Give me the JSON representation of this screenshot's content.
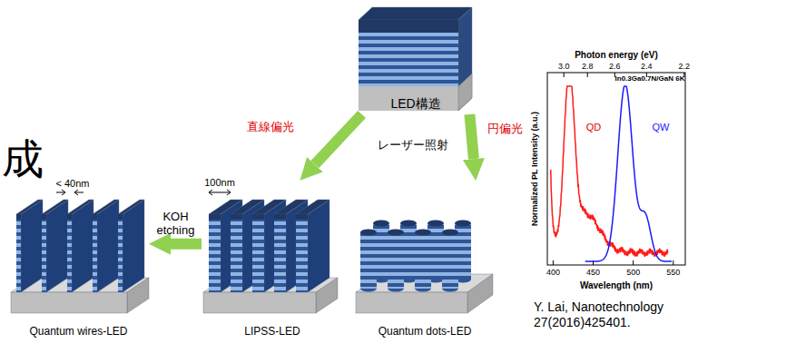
{
  "diagram": {
    "nodes": [
      {
        "text": [
          "LED構造"
        ]
      },
      {
        "text": [
          "Quantum wires-LED"
        ]
      },
      {
        "text": [
          "LIPSS-LED"
        ]
      },
      {
        "text": [
          "Quantum dots-LED"
        ]
      }
    ],
    "edges": [
      {
        "from": 0,
        "to": 2,
        "arrow": "to",
        "label": "直線偏光"
      },
      {
        "from": 0,
        "to": 3,
        "arrow": "to",
        "label": "円偏光"
      },
      {
        "from": 2,
        "to": 1,
        "arrow": "to",
        "label": "KOH etching"
      }
    ],
    "labels": [
      "成",
      "レーザー照射",
      "< 40nm",
      "100nm",
      "Photon energy (eV)",
      "3.0",
      "2.8",
      "2.6",
      "2.4",
      "2.2",
      "In0.3Ga0.7N/GaN 6K",
      "QD",
      "QW",
      "Normalized PL Intensity (a.u.)",
      "400",
      "450",
      "500",
      "550",
      "Wavelength (nm)",
      "Y. Lai, Nanotechnology 27(2016)425401."
    ]
  }
}
